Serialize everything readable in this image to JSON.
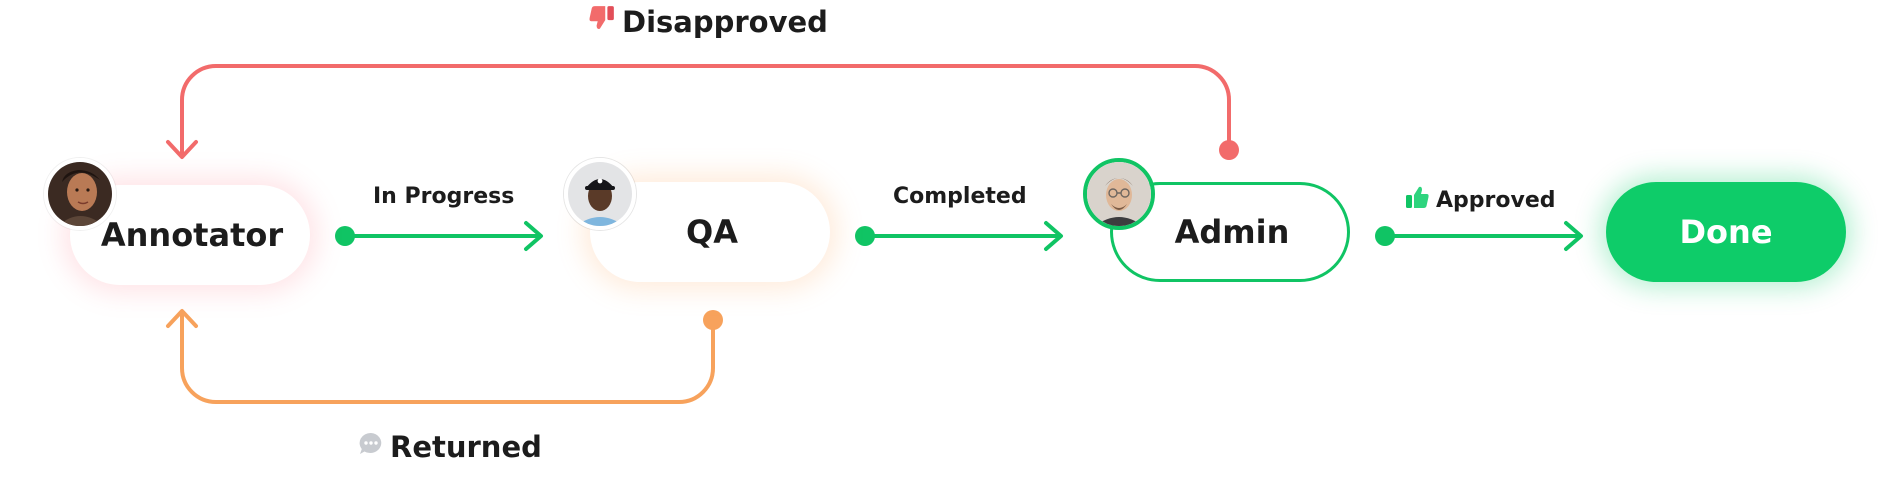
{
  "nodes": {
    "annotator": "Annotator",
    "qa": "QA",
    "admin": "Admin",
    "done": "Done"
  },
  "transitions": {
    "in_progress": "In Progress",
    "completed": "Completed",
    "approved": "Approved",
    "disapproved": "Disapproved",
    "returned": "Returned"
  },
  "icons": {
    "approved": "thumbs-up-icon",
    "disapproved": "thumbs-down-icon",
    "returned": "speech-bubble-icon"
  },
  "colors": {
    "forward_arrow": "#10c464",
    "disapproved_arrow": "#f26b6b",
    "returned_arrow": "#f7a25c",
    "done_fill": "#0ecc69",
    "admin_border": "#10c464"
  }
}
